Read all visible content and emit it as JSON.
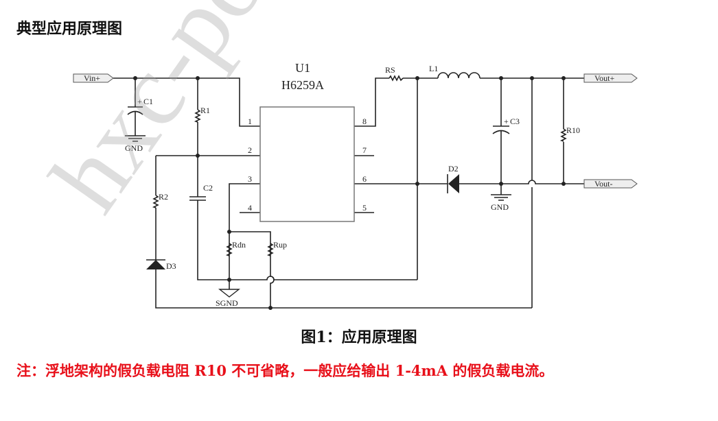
{
  "title": "典型应用原理图",
  "caption": "图1：应用原理图",
  "note": "注：浮地架构的假负载电阻 R10 不可省略，一般应给输出 1-4mA 的假负载电流。",
  "watermark": "hxc-pow",
  "schematic": {
    "ic_ref": "U1",
    "ic_part": "H6259A",
    "pins": [
      "1",
      "2",
      "3",
      "4",
      "5",
      "6",
      "7",
      "8"
    ],
    "ports": {
      "vin_plus": "Vin+",
      "vout_plus": "Vout+",
      "vout_minus": "Vout-"
    },
    "labels": {
      "c1": "C1",
      "c2": "C2",
      "c3": "C3",
      "r1": "R1",
      "r2": "R2",
      "r10": "R10",
      "rs": "RS",
      "l1": "L1",
      "d2": "D2",
      "d3": "D3",
      "rdn": "Rdn",
      "rup": "Rup",
      "gnd1": "GND",
      "gnd2": "GND",
      "sgnd": "SGND",
      "plus1": "+",
      "plus3": "+"
    }
  }
}
